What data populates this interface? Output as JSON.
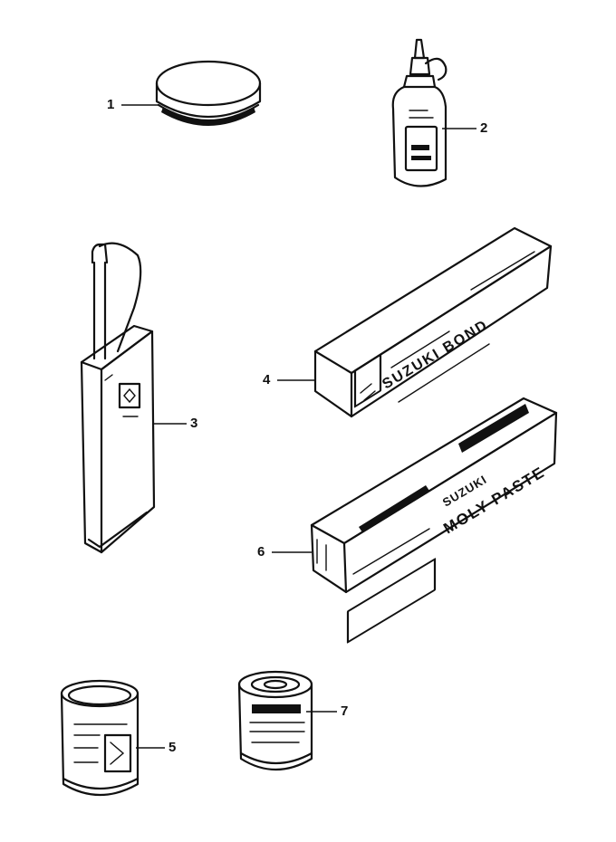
{
  "callouts": [
    {
      "id": "1",
      "label": "1"
    },
    {
      "id": "2",
      "label": "2"
    },
    {
      "id": "3",
      "label": "3"
    },
    {
      "id": "4",
      "label": "4"
    },
    {
      "id": "5",
      "label": "5"
    },
    {
      "id": "6",
      "label": "6"
    },
    {
      "id": "7",
      "label": "7"
    }
  ],
  "product_text": {
    "bond_brand": "SUZUKI BOND",
    "paste_brand_line1": "SUZUKI",
    "paste_brand_line2": "MOLY PASTE"
  },
  "colors": {
    "ink": "#111111",
    "paper": "#ffffff"
  }
}
